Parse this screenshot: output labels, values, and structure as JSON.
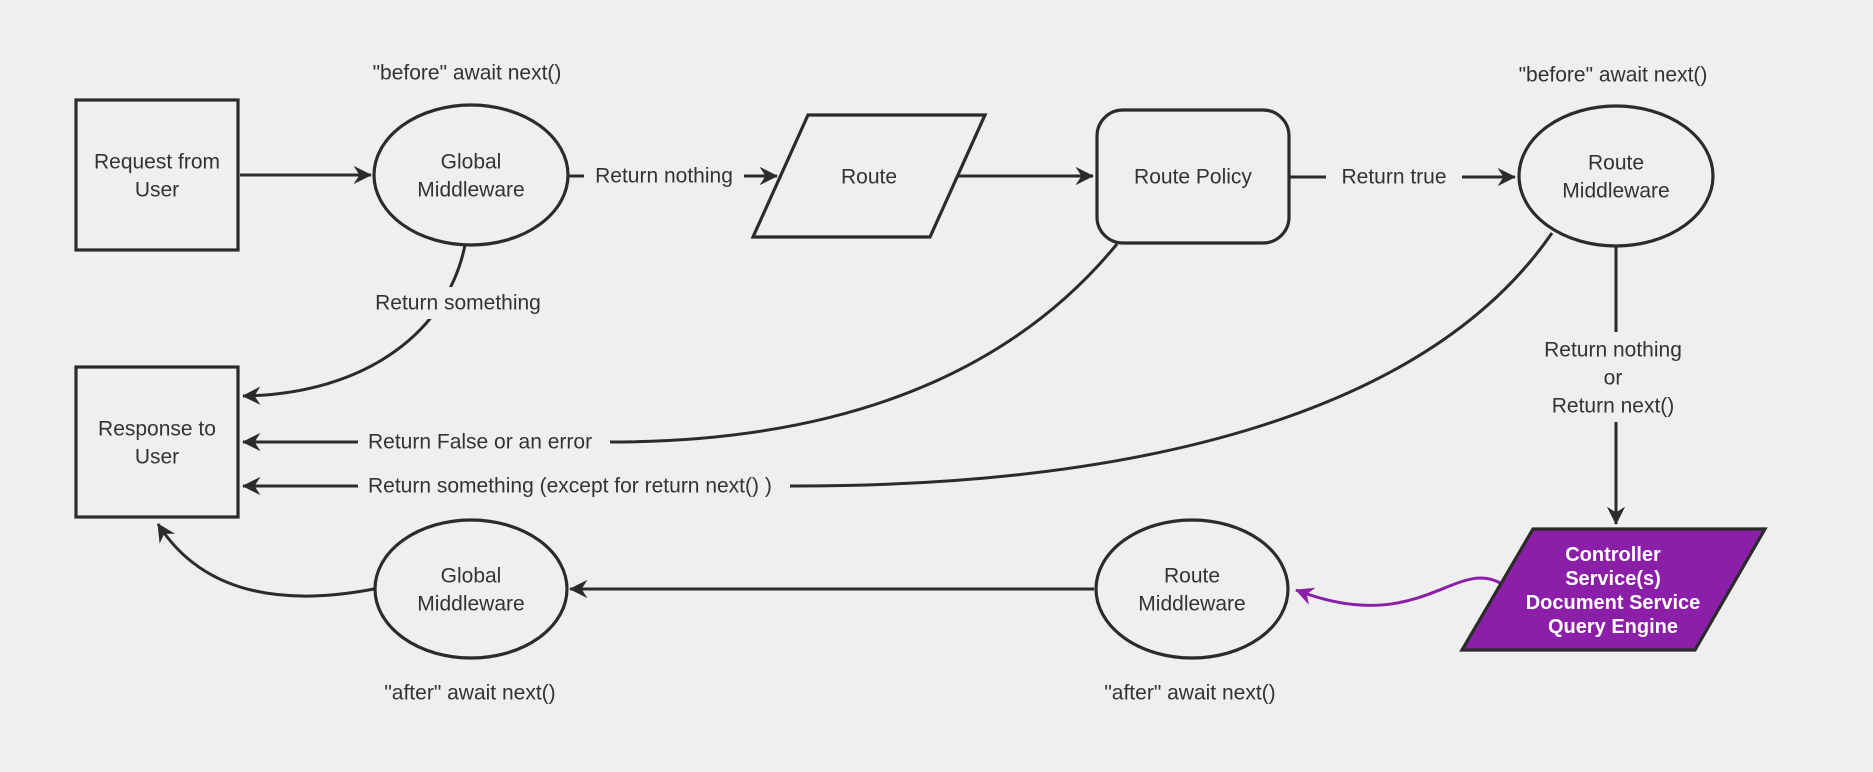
{
  "colors": {
    "background": "#efefef",
    "node_fill": "#efefef",
    "line": "#2b2b2b",
    "text": "#333333",
    "purple": "#8b1fa8",
    "purple_node_text": "#ffffff"
  },
  "diagram": {
    "type": "flowchart",
    "description": "Request lifecycle through global middlewares, route, route policy, route middlewares and controller/services"
  },
  "nodes": {
    "request_from_user": {
      "shape": "rectangle",
      "lines": [
        "Request from",
        "User"
      ]
    },
    "global_middleware_top": {
      "shape": "ellipse",
      "lines": [
        "Global",
        "Middleware"
      ]
    },
    "route": {
      "shape": "parallelogram",
      "lines": [
        "Route"
      ]
    },
    "route_policy": {
      "shape": "rounded-rectangle",
      "lines": [
        "Route Policy"
      ]
    },
    "route_middleware_top": {
      "shape": "ellipse",
      "lines": [
        "Route",
        "Middleware"
      ]
    },
    "controller_services": {
      "shape": "parallelogram",
      "fill": "#8b1fa8",
      "lines": [
        "Controller",
        "Service(s)",
        "Document Service",
        "Query Engine"
      ]
    },
    "route_middleware_bottom": {
      "shape": "ellipse",
      "lines": [
        "Route",
        "Middleware"
      ]
    },
    "global_middleware_bottom": {
      "shape": "ellipse",
      "lines": [
        "Global",
        "Middleware"
      ]
    },
    "response_to_user": {
      "shape": "rectangle",
      "lines": [
        "Response to",
        "User"
      ]
    }
  },
  "annotations": {
    "before_await_left": "\"before\" await next()",
    "before_await_right": "\"before\" await next()",
    "after_await_left": "\"after\" await next()",
    "after_await_right": "\"after\" await next()"
  },
  "edge_labels": {
    "return_nothing": "Return nothing",
    "return_true": "Return true",
    "return_something": "Return something",
    "return_false_or_error": "Return False or an error",
    "return_something_except": "Return something (except for return next() )",
    "return_nothing_or_next": [
      "Return nothing",
      "or",
      "Return next()"
    ]
  }
}
